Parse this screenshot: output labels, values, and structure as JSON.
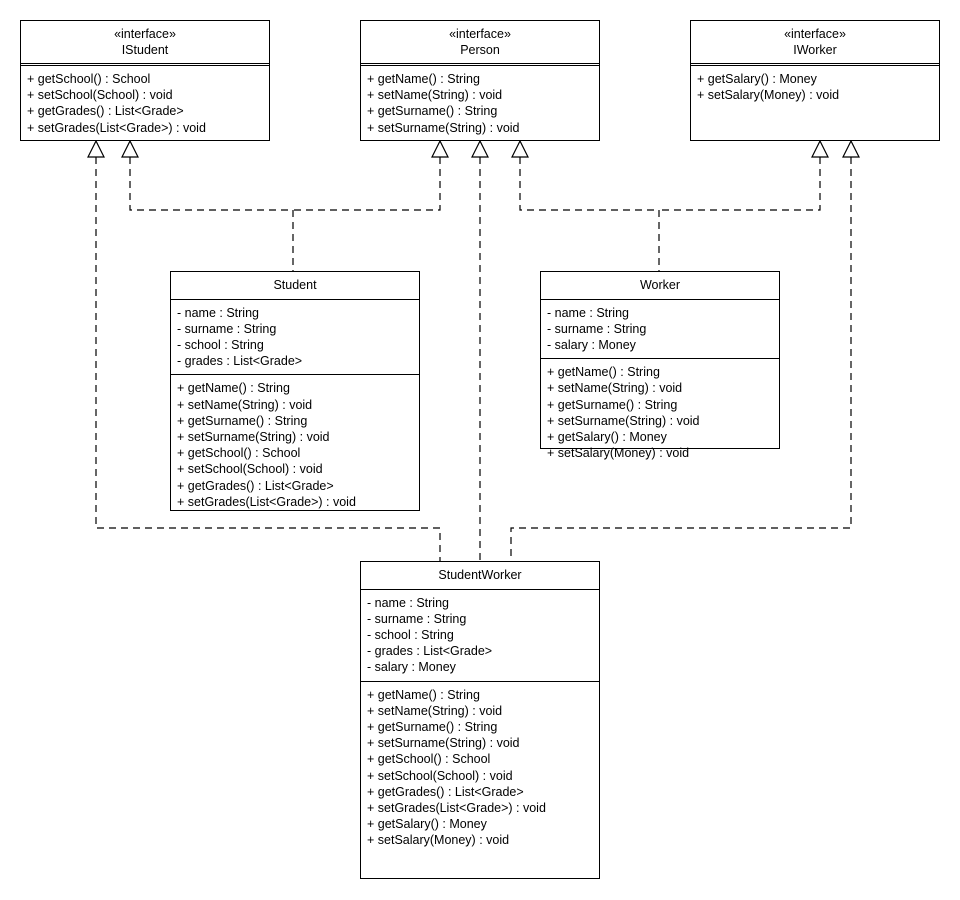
{
  "diagram": {
    "title": "UML Class Diagram",
    "stereotype_interface": "«interface»",
    "colors": {
      "stroke": "#000000",
      "background": "#ffffff",
      "text": "#000000"
    }
  },
  "nodes": {
    "istudent": {
      "stereotype": "«interface»",
      "name": "IStudent",
      "attributes": [],
      "methods": [
        "+ getSchool() : School",
        "+ setSchool(School) : void",
        "+ getGrades() : List<Grade>",
        "+ setGrades(List<Grade>) : void"
      ]
    },
    "person": {
      "stereotype": "«interface»",
      "name": "Person",
      "attributes": [],
      "methods": [
        "+ getName() : String",
        "+ setName(String) : void",
        "+ getSurname() : String",
        "+ setSurname(String) : void"
      ]
    },
    "iworker": {
      "stereotype": "«interface»",
      "name": "IWorker",
      "attributes": [],
      "methods": [
        "+ getSalary() : Money",
        "+ setSalary(Money) : void"
      ]
    },
    "student": {
      "stereotype": "",
      "name": "Student",
      "attributes": [
        "- name : String",
        "- surname : String",
        "- school : String",
        "- grades : List<Grade>"
      ],
      "methods": [
        "+ getName() : String",
        "+ setName(String) : void",
        "+ getSurname() : String",
        "+ setSurname(String) : void",
        "+ getSchool() : School",
        "+ setSchool(School) : void",
        "+ getGrades() : List<Grade>",
        "+ setGrades(List<Grade>) : void"
      ]
    },
    "worker": {
      "stereotype": "",
      "name": "Worker",
      "attributes": [
        "- name : String",
        "- surname : String",
        "- salary : Money"
      ],
      "methods": [
        "+ getName() : String",
        "+ setName(String) : void",
        "+ getSurname() : String",
        "+ setSurname(String) : void",
        "+ getSalary() : Money",
        "+ setSalary(Money) : void"
      ]
    },
    "studentworker": {
      "stereotype": "",
      "name": "StudentWorker",
      "attributes": [
        "- name : String",
        "- surname : String",
        "- school : String",
        "- grades : List<Grade>",
        "- salary : Money"
      ],
      "methods": [
        "+ getName() : String",
        "+ setName(String) : void",
        "+ getSurname() : String",
        "+ setSurname(String) : void",
        "+ getSchool() : School",
        "+ setSchool(School) : void",
        "+ getGrades() : List<Grade>",
        "+ setGrades(List<Grade>) : void",
        "+ getSalary() : Money",
        "+ setSalary(Money) : void"
      ]
    }
  },
  "relationships": [
    {
      "type": "realization",
      "from": "Student",
      "to": "IStudent"
    },
    {
      "type": "realization",
      "from": "Student",
      "to": "Person"
    },
    {
      "type": "realization",
      "from": "Worker",
      "to": "Person"
    },
    {
      "type": "realization",
      "from": "Worker",
      "to": "IWorker"
    },
    {
      "type": "realization",
      "from": "StudentWorker",
      "to": "IStudent"
    },
    {
      "type": "realization",
      "from": "StudentWorker",
      "to": "Person"
    },
    {
      "type": "realization",
      "from": "StudentWorker",
      "to": "IWorker"
    }
  ]
}
